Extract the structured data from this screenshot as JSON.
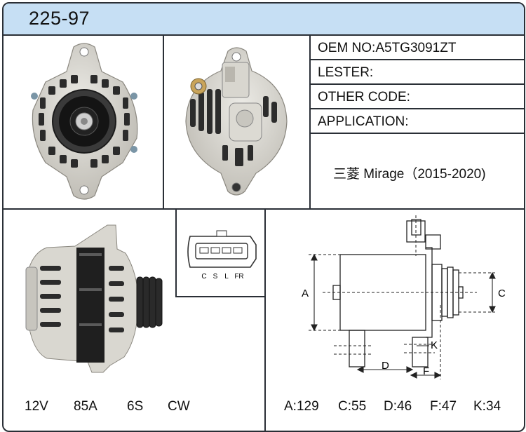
{
  "header": {
    "part_number": "225-97"
  },
  "info": {
    "oem": "OEM NO:A5TG3091ZT",
    "lester": "LESTER:",
    "other_code": "OTHER CODE:",
    "application_label": "APPLICATION:",
    "application_value": "三菱 Mirage（2015-2020)"
  },
  "connector": {
    "pins": [
      "C",
      "S",
      "L",
      "FR"
    ]
  },
  "specs": {
    "voltage": "12V",
    "amperage": "85A",
    "groove": "6S",
    "rotation": "CW"
  },
  "diagram": {
    "labels": {
      "a": "A",
      "c": "C",
      "d": "D",
      "f": "F",
      "k": "K"
    },
    "dimensions": {
      "a": "A:129",
      "c": "C:55",
      "d": "D:46",
      "f": "F:47",
      "k": "K:34"
    }
  }
}
